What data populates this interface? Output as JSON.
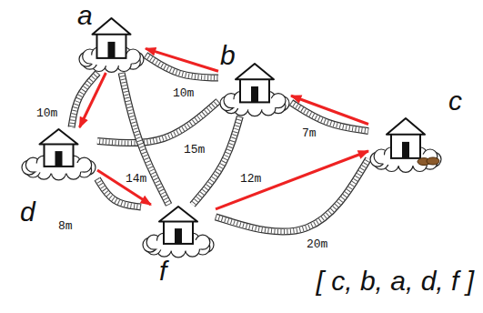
{
  "diagram": {
    "nodes": [
      {
        "text": [
          "a"
        ]
      },
      {
        "text": [
          "b"
        ]
      },
      {
        "text": [
          "c"
        ]
      },
      {
        "text": [
          "d"
        ]
      },
      {
        "text": [
          "f"
        ]
      }
    ],
    "edges": [
      {
        "from": 0,
        "to": 1,
        "label": "10m",
        "arrow": "none"
      },
      {
        "from": 0,
        "to": 3,
        "label": "10m",
        "arrow": "none"
      },
      {
        "from": 1,
        "to": 2,
        "label": "7m",
        "arrow": "none"
      },
      {
        "from": 1,
        "to": 3,
        "label": "15m",
        "arrow": "none"
      },
      {
        "from": 0,
        "to": 4,
        "label": "14m",
        "arrow": "none"
      },
      {
        "from": 1,
        "to": 4,
        "label": "12m",
        "arrow": "none"
      },
      {
        "from": 3,
        "to": 4,
        "label": "8m",
        "arrow": "none"
      },
      {
        "from": 4,
        "to": 2,
        "label": "20m",
        "arrow": "none"
      },
      {
        "from": 2,
        "to": 1,
        "arrow": "to"
      },
      {
        "from": 1,
        "to": 0,
        "arrow": "to"
      },
      {
        "from": 0,
        "to": 3,
        "arrow": "to"
      },
      {
        "from": 3,
        "to": 4,
        "arrow": "to"
      },
      {
        "from": 4,
        "to": 2,
        "arrow": "to"
      }
    ],
    "labels": [
      "[ c, b, a, d, f ]"
    ]
  }
}
